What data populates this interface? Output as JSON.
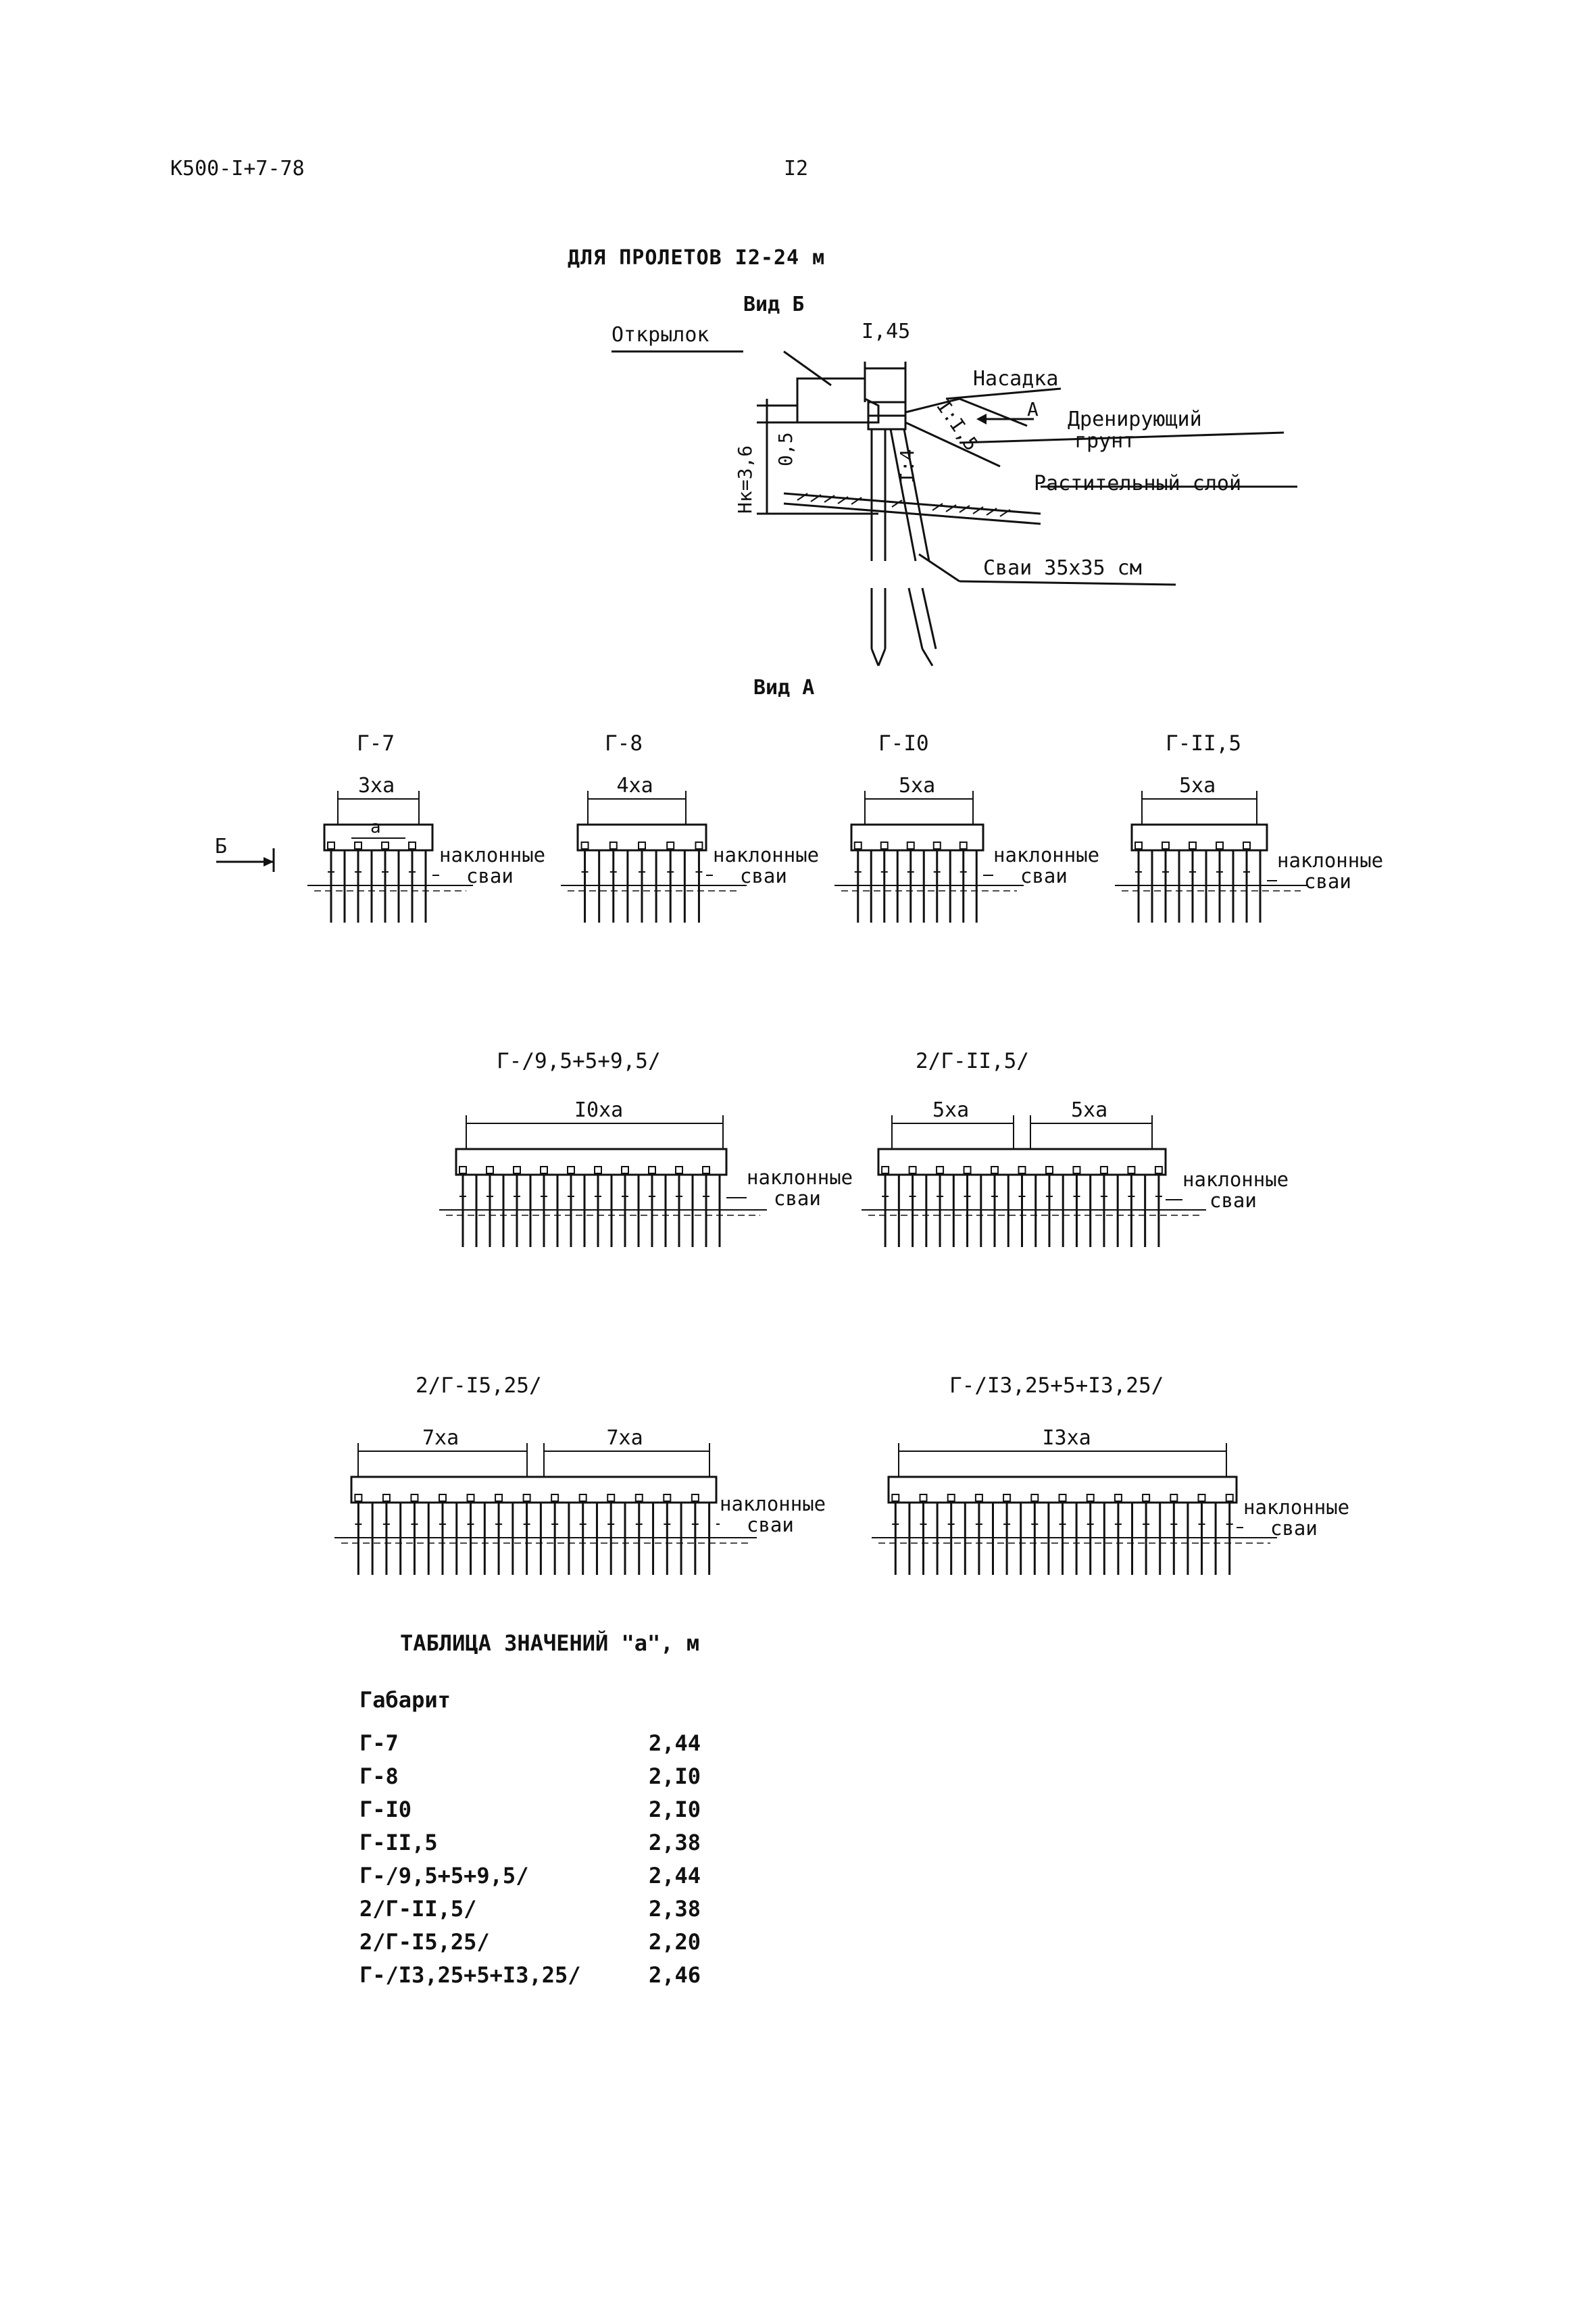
{
  "header": {
    "code": "К500-I+7-78",
    "page": "I2"
  },
  "title": "ДЛЯ ПРОЛЕТОВ I2-24 м",
  "view_b": {
    "title": "Вид Б",
    "dim_top": "I,45",
    "dim_05": "0,5",
    "dim_height": "Hк=3,6",
    "slope_1": "I:I,5",
    "slope_2": "I:4",
    "arrow_a": "А",
    "labels": {
      "wing": "Открылок",
      "cap": "Насадка",
      "drain_1": "Дренирующий",
      "drain_2": "грунт",
      "topsoil": "Растительный слой",
      "piles": "Сваи 35х35 см"
    }
  },
  "view_a": {
    "title": "Вид А",
    "arrow_b": "Б",
    "inclined_1": "наклонные",
    "inclined_2": "сваи",
    "pitch": "а",
    "groups": [
      {
        "name": "Г-7",
        "dims": [
          "3ха"
        ]
      },
      {
        "name": "Г-8",
        "dims": [
          "4ха"
        ]
      },
      {
        "name": "Г-I0",
        "dims": [
          "5ха"
        ]
      },
      {
        "name": "Г-II,5",
        "dims": [
          "5ха"
        ]
      },
      {
        "name": "Г-/9,5+5+9,5/",
        "dims": [
          "I0ха"
        ]
      },
      {
        "name": "2/Г-II,5/",
        "dims": [
          "5ха",
          "5ха"
        ]
      },
      {
        "name": "2/Г-I5,25/",
        "dims": [
          "7ха",
          "7ха"
        ]
      },
      {
        "name": "Г-/I3,25+5+I3,25/",
        "dims": [
          "I3ха"
        ]
      }
    ]
  },
  "table": {
    "title": "ТАБЛИЦА ЗНАЧЕНИЙ \"а\", м",
    "header": "Габарит",
    "rows": [
      {
        "gabarit": "Г-7",
        "a": "2,44"
      },
      {
        "gabarit": "Г-8",
        "a": "2,I0"
      },
      {
        "gabarit": "Г-I0",
        "a": "2,I0"
      },
      {
        "gabarit": "Г-II,5",
        "a": "2,38"
      },
      {
        "gabarit": "Г-/9,5+5+9,5/",
        "a": "2,44"
      },
      {
        "gabarit": "2/Г-II,5/",
        "a": "2,38"
      },
      {
        "gabarit": "2/Г-I5,25/",
        "a": "2,20"
      },
      {
        "gabarit": "Г-/I3,25+5+I3,25/",
        "a": "2,46"
      }
    ]
  }
}
